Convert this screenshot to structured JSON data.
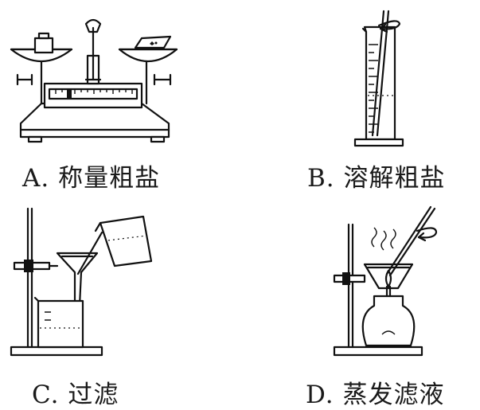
{
  "panels": [
    {
      "id": "A",
      "caption": "A. 称量粗盐",
      "apparatus": "balance"
    },
    {
      "id": "B",
      "caption": "B. 溶解粗盐",
      "apparatus": "graduated-cylinder"
    },
    {
      "id": "C",
      "caption": "C. 过滤",
      "apparatus": "filtration"
    },
    {
      "id": "D",
      "caption": "D. 蒸发滤液",
      "apparatus": "evaporation"
    }
  ]
}
